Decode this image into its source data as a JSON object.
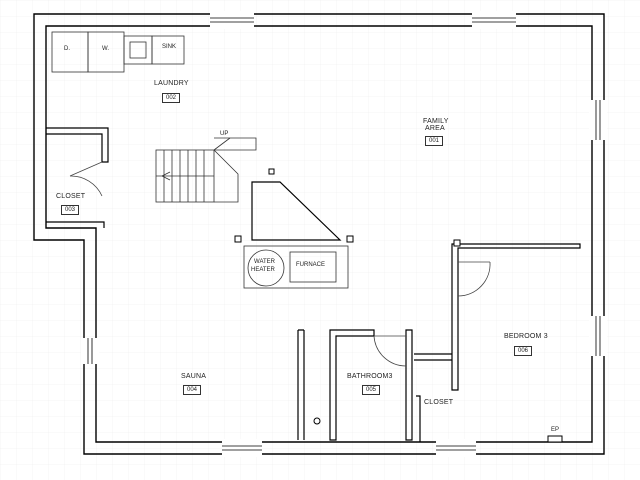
{
  "rooms": {
    "family": {
      "name_line1": "FAMILY",
      "name_line2": "AREA",
      "number": "001"
    },
    "laundry": {
      "name": "LAUNDRY",
      "number": "002"
    },
    "closet_left": {
      "name": "CLOSET",
      "number": "003"
    },
    "sauna": {
      "name": "SAUNA",
      "number": "004"
    },
    "bathroom": {
      "name": "BATHROOM3",
      "number": "005"
    },
    "bedroom": {
      "name": "BEDROOM 3",
      "number": "006"
    },
    "closet_right": {
      "name": "CLOSET"
    }
  },
  "fixtures": {
    "dryer": "D.",
    "washer": "W.",
    "sink": "SINK",
    "water_heater_line1": "WATER",
    "water_heater_line2": "HEATER",
    "furnace": "FURNACE",
    "stair_up": "UP",
    "electrical_panel": "EP"
  },
  "colors": {
    "wall": "#000000",
    "grid": "#e6e6e6",
    "line": "#333333"
  }
}
